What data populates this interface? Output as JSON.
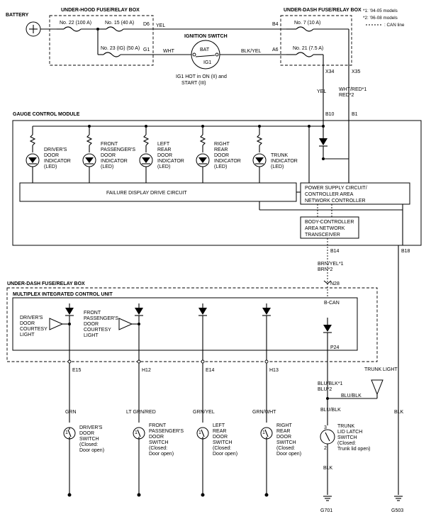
{
  "legend": {
    "note1": "*1: '04-05 models",
    "note2": "*2: '06-08 models",
    "can_line": ": CAN line"
  },
  "battery": "BATTERY",
  "underhood": {
    "title": "UNDER-HOOD FUSE/RELAY BOX",
    "fuse22": "No. 22 (100 A)",
    "fuse15": "No. 15 (40 A)",
    "fuse23": "No. 23 (IG) (50 A)",
    "d6": "D6",
    "g1": "G1"
  },
  "wires_top": {
    "yel": "YEL",
    "wht": "WHT",
    "blk_yel": "BLK/YEL"
  },
  "ignition": {
    "title": "IGNITION SWITCH",
    "bat": "BAT",
    "ig1": "IG1",
    "note_line1": "IG1 HOT in ON (II) and",
    "note_line2": "START (III)"
  },
  "underdash_top": {
    "title": "UNDER-DASH FUSE/RELAY BOX",
    "fuse7": "No. 7 (10 A)",
    "fuse21": "No. 21 (7.5 A)",
    "b4": "B4",
    "a6": "A6",
    "x34": "X34",
    "x35": "X35"
  },
  "feed": {
    "yel": "YEL",
    "wht_red": "WHT/RED*1",
    "red": "RED*2",
    "b10": "B10",
    "b1": "B1"
  },
  "gcm": {
    "title": "GAUGE CONTROL MODULE",
    "leds": [
      {
        "l1": "DRIVER'S",
        "l2": "DOOR",
        "l3": "INDICATOR",
        "l4": "(LED)"
      },
      {
        "l1": "FRONT",
        "l2": "PASSENGER'S",
        "l3": "DOOR",
        "l4": "INDICATOR",
        "l5": "(LED)"
      },
      {
        "l1": "LEFT",
        "l2": "REAR",
        "l3": "DOOR",
        "l4": "INDICATOR",
        "l5": "(LED)"
      },
      {
        "l1": "RIGHT",
        "l2": "REAR",
        "l3": "DOOR",
        "l4": "INDICATOR",
        "l5": "(LED)"
      },
      {
        "l1": "TRUNK",
        "l2": "INDICATOR",
        "l3": "(LED)"
      }
    ],
    "failure": "FAILURE DISPLAY DRIVE CIRCUIT",
    "psc1": "POWER SUPPLY CIRCUIT/",
    "psc2": "CONTROLLER AREA",
    "psc3": "NETWORK CONTROLLER",
    "bcan1": "BODY-CONTROLLER",
    "bcan2": "AREA NETWORK",
    "bcan3": "TRANSCEIVER",
    "b14": "B14",
    "b18": "B18"
  },
  "can_wire": {
    "l1": "BRN/YEL*1",
    "l2": "BRN*2"
  },
  "underdash_bottom": {
    "title": "UNDER-DASH FUSE/RELAY BOX",
    "n28": "N28",
    "micu": "MULTIPLEX INTEGRATED CONTROL UNIT",
    "bcan": "B-CAN",
    "p24": "P24",
    "courtesy_driver": {
      "l1": "DRIVER'S",
      "l2": "DOOR",
      "l3": "COURTESY",
      "l4": "LIGHT"
    },
    "courtesy_pass": {
      "l1": "FRONT",
      "l2": "PASSENGER'S",
      "l3": "DOOR",
      "l4": "COURTESY",
      "l5": "LIGHT"
    }
  },
  "connectors": {
    "e15": "E15",
    "h12": "H12",
    "e14": "E14",
    "h13": "H13"
  },
  "trunk": {
    "light": "TRUNK LIGHT",
    "wire1": "BLU/BLK*1",
    "wire2": "BLU*2",
    "blu_blk": "BLU/BLK",
    "blu_blk2": "BLU/BLK",
    "blk": "BLK",
    "blk2": "BLK",
    "pin3": "3",
    "pin2": "2",
    "sw": {
      "l1": "TRUNK",
      "l2": "LID LATCH",
      "l3": "SWITCH",
      "l4": "(Closed:",
      "l5": "Trunk lid open)"
    }
  },
  "switches": [
    {
      "wire": "GRN",
      "pin": "1",
      "l1": "DRIVER'S",
      "l2": "DOOR",
      "l3": "SWITCH",
      "l4": "(Closed:",
      "l5": "Door open)"
    },
    {
      "wire": "LT GRN/RED",
      "pin": "1",
      "l1": "FRONT",
      "l2": "PASSENGER'S",
      "l3": "DOOR",
      "l4": "SWITCH",
      "l5": "(Closed:",
      "l6": "Door open)"
    },
    {
      "wire": "GRN/YEL",
      "pin": "1",
      "l1": "LEFT",
      "l2": "REAR",
      "l3": "DOOR",
      "l4": "SWITCH",
      "l5": "(Closed:",
      "l6": "Door open)"
    },
    {
      "wire": "GRN/WHT",
      "pin": "1",
      "l1": "RIGHT",
      "l2": "REAR",
      "l3": "DOOR",
      "l4": "SWITCH",
      "l5": "(Closed:",
      "l6": "Door open)"
    }
  ],
  "grounds": {
    "g701": "G701",
    "g503": "G503"
  }
}
